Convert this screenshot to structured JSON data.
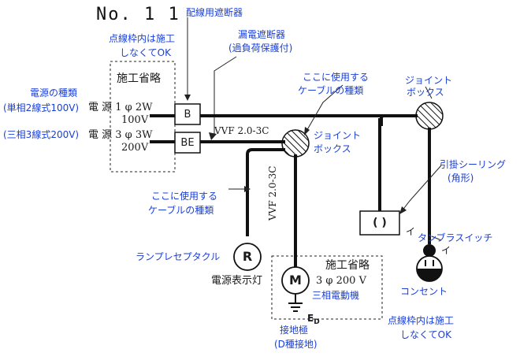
{
  "title": "No. 1 1",
  "labels": {
    "haisen_breaker": "配線用遮断器",
    "leak_breaker_1": "漏電遮断器",
    "leak_breaker_2": "(過負荷保護付)",
    "dotted_note_top_1": "点線枠内は施工",
    "dotted_note_top_2": "しなくてOK",
    "sekou_shoryaku_left": "施工省略",
    "power_type_title": "電源の種類",
    "power_type_1": "(単相2線式100V)",
    "power_type_2": "(三相3線式200V)",
    "source1_label": "電 源 1 φ 2W",
    "source1_voltage": "100V",
    "source2_label": "電 源 3 φ 3W",
    "source2_voltage": "200V",
    "breaker_b": "B",
    "breaker_be": "BE",
    "cable_note_top_1": "ここに使用する",
    "cable_note_top_2": "ケーブルの種類",
    "cable_horizontal": "VVF 2.0-3C",
    "cable_vertical": "VVF 2.0-3C",
    "joint_box_right_1": "ジョイント",
    "joint_box_right_2": "ボックス",
    "joint_box_mid_1": "ジョイント",
    "joint_box_mid_2": "ボックス",
    "ceiling_1": "引掛シーリング",
    "ceiling_2": "(角形)",
    "ceiling_symbol": "( )",
    "switch_label": "タンブラスイッチ",
    "mark_i_1": "イ",
    "mark_i_2": "イ",
    "cable_note_left_1": "ここに使用する",
    "cable_note_left_2": "ケーブルの種類",
    "lamp_receptacle": "ランプレセプタクル",
    "lamp_symbol": "R",
    "power_indicator": "電源表示灯",
    "sekou_shoryaku_bottom": "施工省略",
    "motor_symbol": "M",
    "motor_voltage": "3 φ 200 V",
    "motor_label": "三相電動機",
    "earth_label": "E",
    "earth_sub": "D",
    "ground_1": "接地極",
    "ground_2": "(D種接地)",
    "outlet": "コンセント",
    "dotted_note_bottom_1": "点線枠内は施工",
    "dotted_note_bottom_2": "しなくてOK"
  }
}
